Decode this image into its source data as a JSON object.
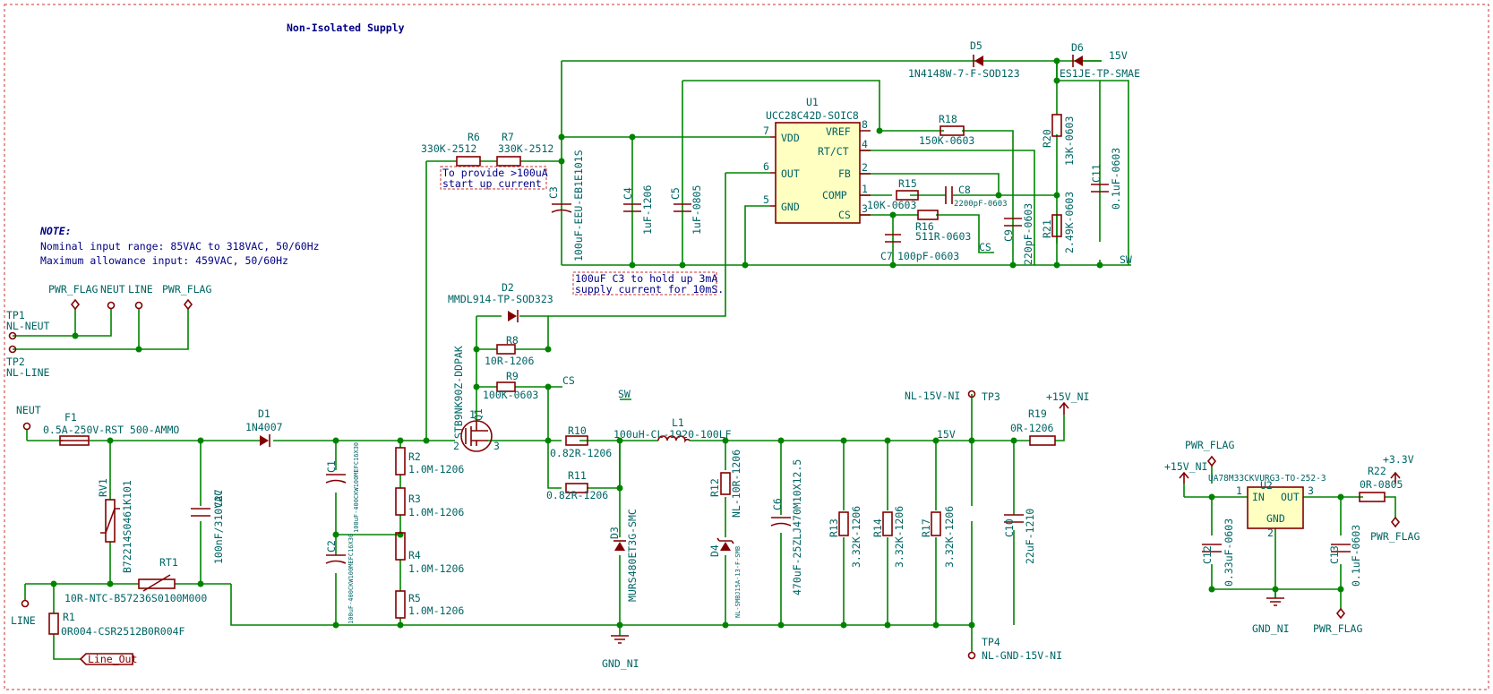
{
  "title": "Non-Isolated Supply",
  "notes": {
    "heading": "NOTE:",
    "line1": "Nominal input range: 85VAC to 318VAC, 50/60Hz",
    "line2": "Maximum allowance input: 459VAC, 50/60Hz",
    "note_r6": [
      "To provide >100uA",
      "start up current"
    ],
    "note_c3": [
      "100uF C3 to hold up 3mA",
      "supply current for 10mS."
    ]
  },
  "components": {
    "R6": {
      "ref": "R6",
      "value": "330K-2512"
    },
    "R7": {
      "ref": "R7",
      "value": "330K-2512"
    },
    "C3": {
      "ref": "C3",
      "value": "100uF-EEU-EB1E101S"
    },
    "C4": {
      "ref": "C4",
      "value": "1uF-1206"
    },
    "C5": {
      "ref": "C5",
      "value": "1uF-0805"
    },
    "U1": {
      "ref": "U1",
      "value": "UCC28C42D-SOIC8",
      "pins": [
        "VDD",
        "OUT",
        "GND",
        "VREF",
        "RT/CT",
        "FB",
        "COMP",
        "CS"
      ],
      "pin_numbers": [
        "7",
        "6",
        "5",
        "8",
        "4",
        "2",
        "1",
        "3"
      ]
    },
    "R18": {
      "ref": "R18",
      "value": "150K-0603"
    },
    "R15": {
      "ref": "R15",
      "value": "10K-0603"
    },
    "C8": {
      "ref": "C8",
      "value": "2200pF-0603"
    },
    "R16": {
      "ref": "R16",
      "value": "511R-0603"
    },
    "C7": {
      "ref": "C7",
      "value": "100pF-0603"
    },
    "C9": {
      "ref": "C9",
      "value": "220pF-0603"
    },
    "D5": {
      "ref": "D5",
      "value": "1N4148W-7-F-SOD123"
    },
    "D6": {
      "ref": "D6",
      "value": "ES1JE-TP-SMAE"
    },
    "R20": {
      "ref": "R20",
      "value": "13K-0603"
    },
    "R21": {
      "ref": "R21",
      "value": "2.49K-0603"
    },
    "C11": {
      "ref": "C11",
      "value": "0.1uF-0603"
    },
    "D2": {
      "ref": "D2",
      "value": "MMDL914-TP-SOD323"
    },
    "R8": {
      "ref": "R8",
      "value": "10R-1206"
    },
    "R9": {
      "ref": "R9",
      "value": "100K-0603"
    },
    "Q1": {
      "ref": "Q1",
      "value": "STB9NK90Z-DDPAK",
      "pins": [
        "1",
        "2",
        "3"
      ]
    },
    "F1": {
      "ref": "F1",
      "value": "0.5A-250V-RST 500-AMMO"
    },
    "D1": {
      "ref": "D1",
      "value": "1N4007"
    },
    "RV1": {
      "ref": "RV1",
      "value": "B72214S0461K101"
    },
    "C27": {
      "ref": "C27",
      "value": "100nF/310VAC"
    },
    "RT1": {
      "ref": "RT1",
      "value": "10R-NTC-B57236S0100M000"
    },
    "R1": {
      "ref": "R1",
      "value": "0R004-CSR2512B0R004F"
    },
    "C1": {
      "ref": "C1",
      "value": "100uF-400CKW100MEFC16X30"
    },
    "C2": {
      "ref": "C2",
      "value": "100uF-400CKW100MEFC16X30"
    },
    "R2": {
      "ref": "R2",
      "value": "1.0M-1206"
    },
    "R3": {
      "ref": "R3",
      "value": "1.0M-1206"
    },
    "R4": {
      "ref": "R4",
      "value": "1.0M-1206"
    },
    "R5": {
      "ref": "R5",
      "value": "1.0M-1206"
    },
    "R10": {
      "ref": "R10",
      "value": "0.82R-1206"
    },
    "R11": {
      "ref": "R11",
      "value": "0.82R-1206"
    },
    "D3": {
      "ref": "D3",
      "value": "MURS480ET3G-SMC"
    },
    "L1": {
      "ref": "L1",
      "value": "100uH-CL-1920-100LF"
    },
    "R12": {
      "ref": "R12",
      "value": "NL-10R-1206"
    },
    "D4": {
      "ref": "D4",
      "value": "NL-SMBJ15A-13-F-SMB"
    },
    "C6": {
      "ref": "C6",
      "value": "470uF-25ZLJ470M10X12.5"
    },
    "R13": {
      "ref": "R13",
      "value": "3.32K-1206"
    },
    "R14": {
      "ref": "R14",
      "value": "3.32K-1206"
    },
    "R17": {
      "ref": "R17",
      "value": "3.32K-1206"
    },
    "C10": {
      "ref": "C10",
      "value": "22uF-1210"
    },
    "R19": {
      "ref": "R19",
      "value": "0R-1206"
    },
    "U2": {
      "ref": "U2",
      "value": "UA78M33CKVURG3-TO-252-3",
      "pins": [
        "IN",
        "GND",
        "OUT"
      ],
      "pin_numbers": [
        "1",
        "2",
        "3"
      ]
    },
    "C12": {
      "ref": "C12",
      "value": "0.33uF-0603"
    },
    "C13": {
      "ref": "C13",
      "value": "0.1uF-0603"
    },
    "R22": {
      "ref": "R22",
      "value": "0R-0805"
    }
  },
  "test_points": {
    "TP1": {
      "ref": "TP1",
      "value": "NL-NEUT"
    },
    "TP2": {
      "ref": "TP2",
      "value": "NL-LINE"
    },
    "TP3": {
      "ref": "TP3",
      "value": "NL-15V-NI"
    },
    "TP4": {
      "ref": "TP4",
      "value": "NL-GND-15V-NI"
    }
  },
  "nets": {
    "pwr_flag": "PWR_FLAG",
    "neut": "NEUT",
    "line": "LINE",
    "v15": "15V",
    "sw": "SW",
    "cs": "CS",
    "gnd_ni": "GND_NI",
    "v15_ni": "+15V_NI",
    "v3v3": "+3.3V",
    "line_out": "Line_Out"
  }
}
